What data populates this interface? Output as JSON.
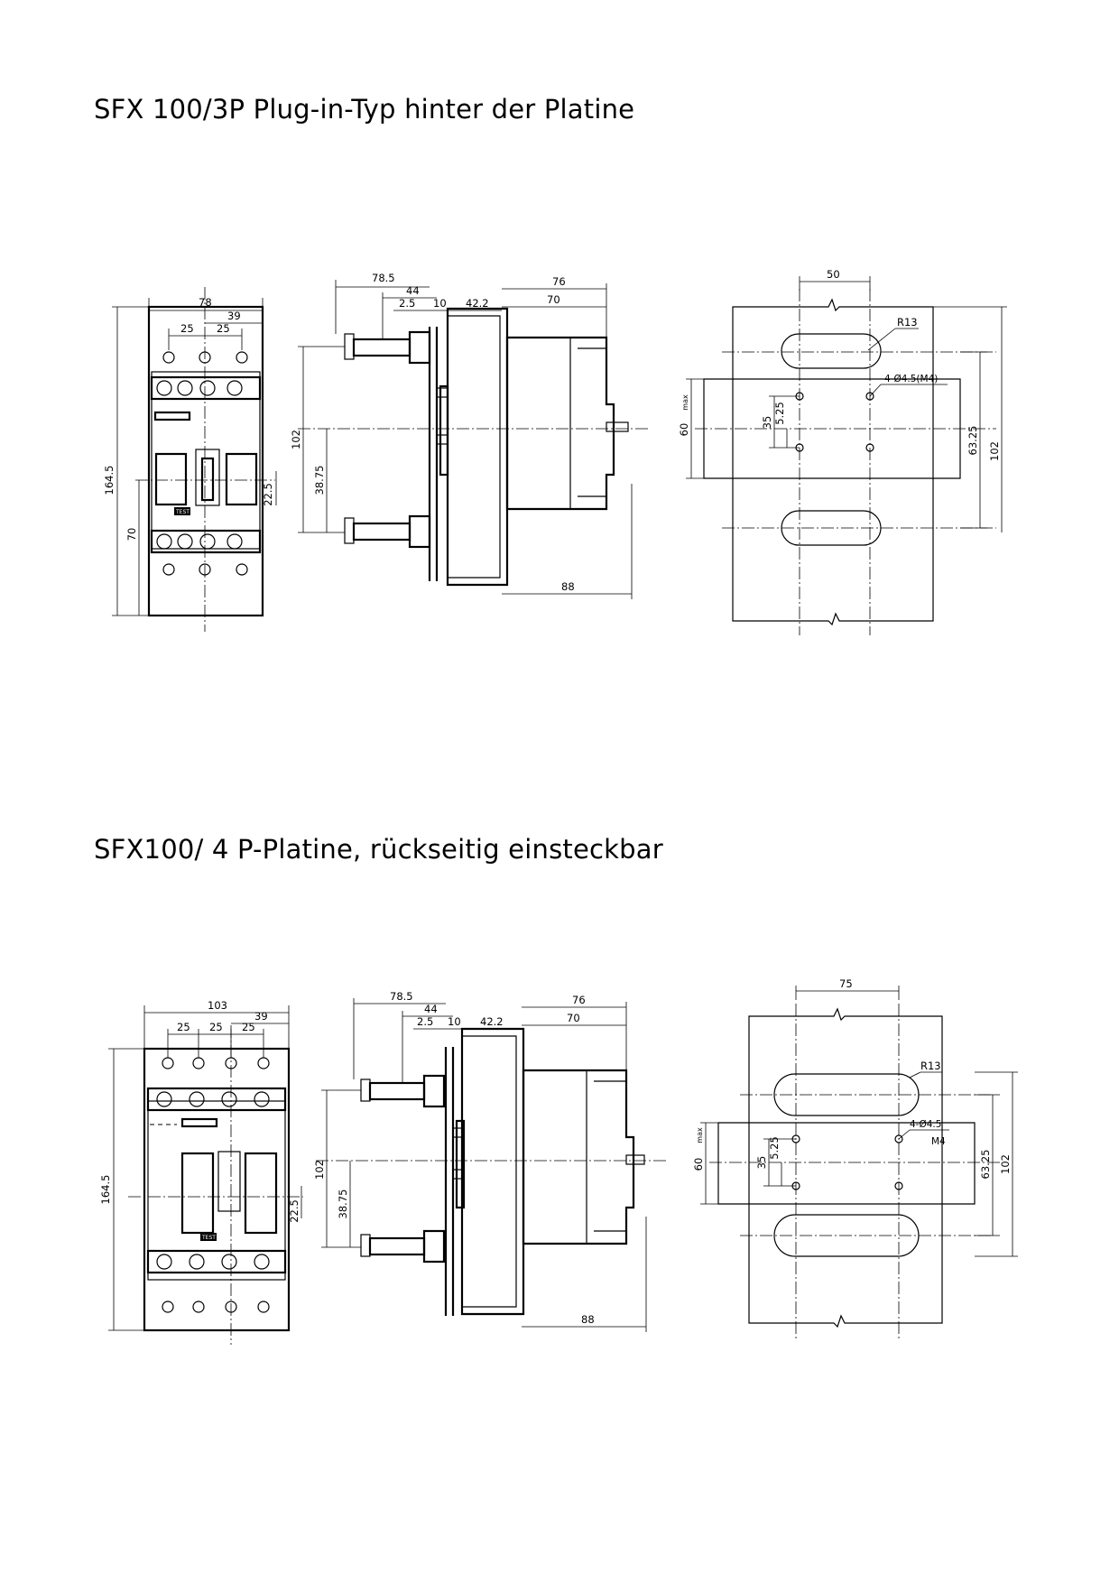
{
  "headings": {
    "first": "SFX 100/3P Plug-in-Typ hinter der Platine",
    "second": "SFX100/ 4 P-Platine, rückseitig einsteckbar"
  },
  "drawing_3p": {
    "front": {
      "width": "78",
      "half": "39",
      "pitch_a": "25",
      "pitch_b": "25",
      "height": "164.5",
      "lower": "70",
      "offset": "22.5"
    },
    "side": {
      "overall": "78.5",
      "terminal": "44",
      "gap": "2.5",
      "plate": "10",
      "stud": "42.2",
      "depth_top": "76",
      "body": "70",
      "depth_bottom": "88",
      "height": "102",
      "lower": "38.75"
    },
    "cutout": {
      "width": "50",
      "radius": "R13",
      "holes": "4-Ø4.5(M4)",
      "hole_spacing": "35",
      "hole_offset": "5.25",
      "window": "60",
      "window_note": "max",
      "slot_pitch": "63.25",
      "overall": "102"
    },
    "labels": {
      "test": "TEST"
    }
  },
  "drawing_4p": {
    "front": {
      "width": "103",
      "half": "39",
      "pitch_a": "25",
      "pitch_b": "25",
      "pitch_c": "25",
      "height": "164.5",
      "offset": "22.5"
    },
    "side": {
      "overall": "78.5",
      "terminal": "44",
      "gap": "2.5",
      "plate": "10",
      "stud": "42.2",
      "depth_top": "76",
      "body": "70",
      "depth_bottom": "88",
      "height": "102",
      "lower": "38.75"
    },
    "cutout": {
      "width": "75",
      "radius": "R13",
      "holes": "4-Ø4.5",
      "thread": "M4",
      "hole_spacing": "35",
      "hole_offset": "5.25",
      "window": "60",
      "window_note": "max",
      "slot_pitch": "63.25",
      "overall": "102"
    },
    "labels": {
      "test": "TEST"
    }
  }
}
